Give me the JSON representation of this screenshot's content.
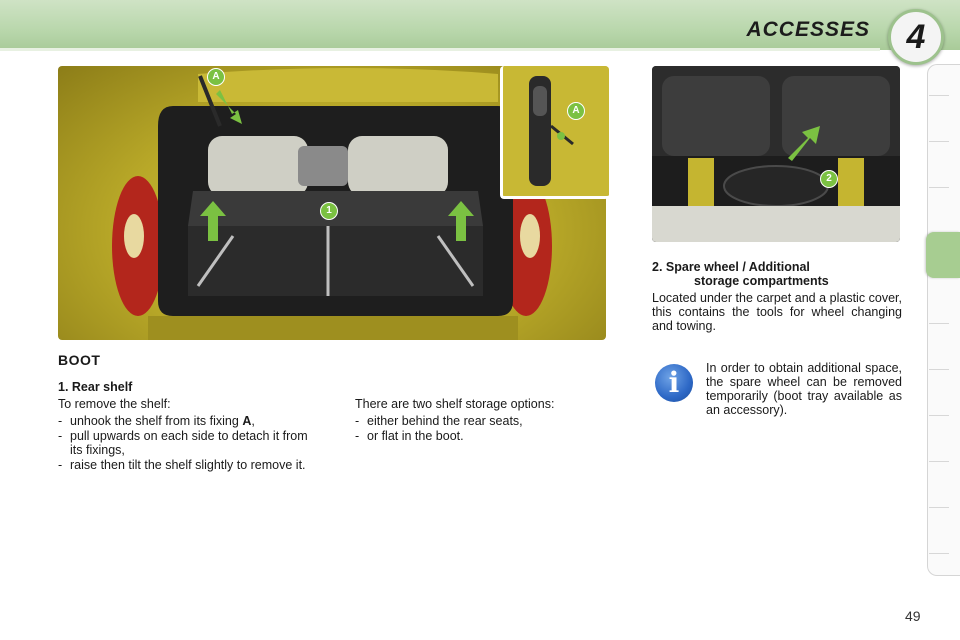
{
  "header": {
    "chapter_title": "ACCESSES",
    "chapter_number": "4"
  },
  "figures": {
    "callout_A_main": "A",
    "callout_A_detail": "A",
    "callout_1": "1",
    "callout_2": "2"
  },
  "boot": {
    "heading": "BOOT",
    "rear_shelf": {
      "title": "1.  Rear shelf",
      "intro": "To remove the shelf:",
      "steps": [
        {
          "text": "unhook the shelf from its fixing ",
          "emph": "A",
          "tail": ","
        },
        {
          "text": "pull upwards on each side to detach it from its fixings,"
        },
        {
          "text": "raise then tilt the shelf slightly to remove it."
        }
      ]
    },
    "storage_options": {
      "intro": "There are two shelf storage options:",
      "items": [
        "either behind the rear seats,",
        "or flat in the boot."
      ]
    }
  },
  "spare_wheel": {
    "title_line1": "2.  Spare wheel / Additional",
    "title_line2": "storage compartments",
    "body": "Located under the carpet and a plastic cover, this contains the tools for wheel changing and towing."
  },
  "info_note": {
    "icon": "info-icon",
    "text": "In order to obtain additional space, the spare wheel can be removed temporarily (boot tray available as an accessory)."
  },
  "page_number": "49",
  "colors": {
    "header_green": "#b9d7ac",
    "accent_green": "#a7cd91",
    "callout_green": "#7bc142",
    "info_blue": "#2d68c6"
  }
}
